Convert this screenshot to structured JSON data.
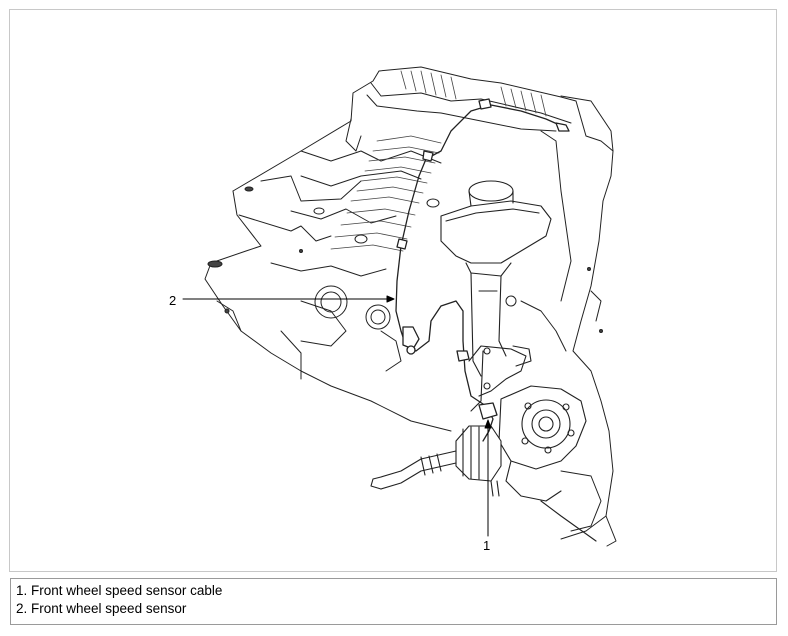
{
  "callouts": {
    "c1": "1",
    "c2": "2"
  },
  "legend": {
    "items": [
      "1. Front wheel speed sensor cable",
      "2. Front wheel speed sensor"
    ]
  }
}
